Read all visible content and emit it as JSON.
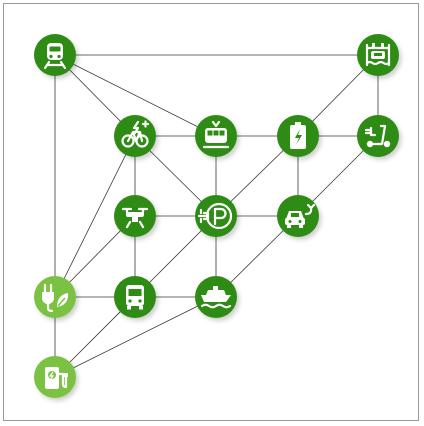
{
  "colors": {
    "dark_green": "#2e8b13",
    "light_green": "#7cc242",
    "edge": "#3a3a3a",
    "frame": "#9a9a9a"
  },
  "nodes": [
    {
      "id": "train",
      "icon": "train-icon",
      "tone": "dark_green"
    },
    {
      "id": "ferry-terminal",
      "icon": "ferry-terminal-icon",
      "tone": "dark_green"
    },
    {
      "id": "ebike",
      "icon": "electric-bicycle-icon",
      "tone": "dark_green"
    },
    {
      "id": "tram",
      "icon": "tram-icon",
      "tone": "dark_green"
    },
    {
      "id": "battery",
      "icon": "battery-charging-icon",
      "tone": "dark_green"
    },
    {
      "id": "escooter",
      "icon": "electric-scooter-icon",
      "tone": "dark_green"
    },
    {
      "id": "drone",
      "icon": "drone-icon",
      "tone": "dark_green"
    },
    {
      "id": "ev-parking",
      "icon": "ev-parking-icon",
      "tone": "dark_green"
    },
    {
      "id": "ecar",
      "icon": "electric-car-icon",
      "tone": "dark_green"
    },
    {
      "id": "eco-plug",
      "icon": "eco-plug-icon",
      "tone": "light_green"
    },
    {
      "id": "bus",
      "icon": "bus-icon",
      "tone": "dark_green"
    },
    {
      "id": "ship",
      "icon": "ship-icon",
      "tone": "dark_green"
    },
    {
      "id": "charging-station",
      "icon": "charging-station-icon",
      "tone": "light_green"
    }
  ],
  "edges": [
    [
      "train",
      "ferry-terminal"
    ],
    [
      "train",
      "ebike"
    ],
    [
      "train",
      "tram"
    ],
    [
      "train",
      "eco-plug"
    ],
    [
      "ferry-terminal",
      "escooter"
    ],
    [
      "ferry-terminal",
      "battery"
    ],
    [
      "ebike",
      "tram"
    ],
    [
      "ebike",
      "drone"
    ],
    [
      "ebike",
      "ev-parking"
    ],
    [
      "ebike",
      "eco-plug"
    ],
    [
      "tram",
      "battery"
    ],
    [
      "tram",
      "ev-parking"
    ],
    [
      "battery",
      "escooter"
    ],
    [
      "battery",
      "ecar"
    ],
    [
      "battery",
      "ev-parking"
    ],
    [
      "escooter",
      "ecar"
    ],
    [
      "drone",
      "ev-parking"
    ],
    [
      "drone",
      "bus"
    ],
    [
      "drone",
      "eco-plug"
    ],
    [
      "ev-parking",
      "ecar"
    ],
    [
      "ev-parking",
      "ship"
    ],
    [
      "ev-parking",
      "bus"
    ],
    [
      "ecar",
      "ship"
    ],
    [
      "eco-plug",
      "bus"
    ],
    [
      "eco-plug",
      "charging-station"
    ],
    [
      "bus",
      "ship"
    ],
    [
      "bus",
      "charging-station"
    ],
    [
      "ship",
      "charging-station"
    ]
  ]
}
